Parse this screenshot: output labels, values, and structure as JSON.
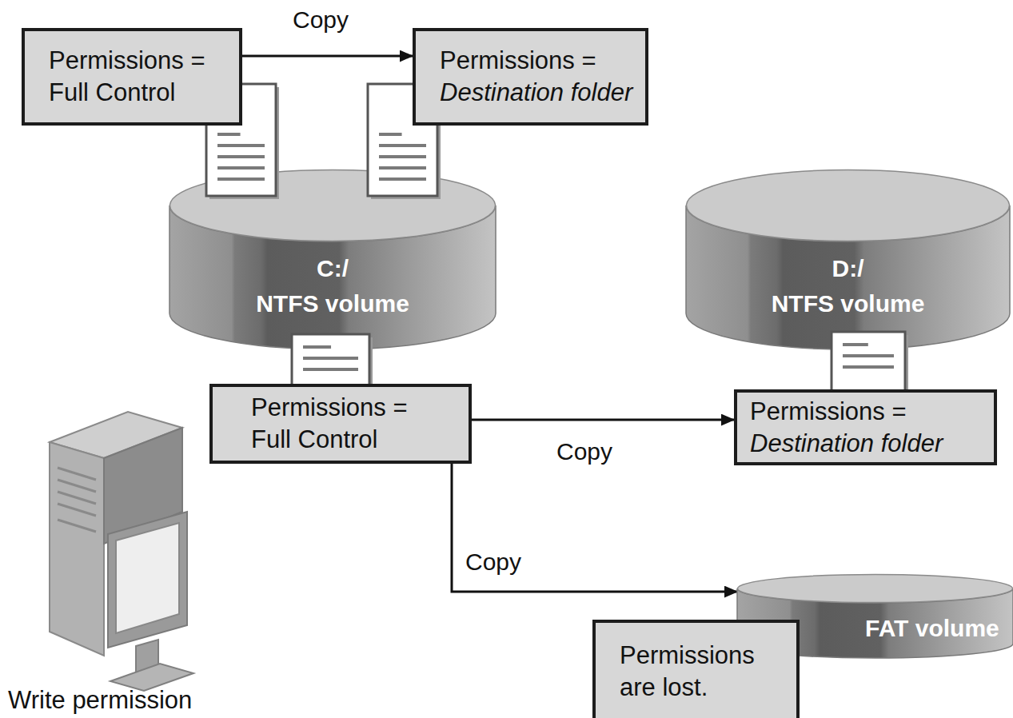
{
  "diagram": {
    "nodes": [
      {
        "text": [
          "Permissions =",
          "Full Control"
        ]
      },
      {
        "text": [
          "Permissions =",
          "Destination folder"
        ]
      },
      {
        "text": [
          "C:/",
          "NTFS volume"
        ]
      },
      {
        "text": [
          "D:/",
          "NTFS volume"
        ]
      },
      {
        "text": [
          "Permissions =",
          "Full Control"
        ]
      },
      {
        "text": [
          "Permissions =",
          "Destination folder"
        ]
      },
      {
        "text": [
          "FAT volume"
        ]
      },
      {
        "text": [
          "Permissions are lost."
        ]
      }
    ],
    "edges": [
      {
        "from": 0,
        "to": 1,
        "arrow": "to",
        "label": "Copy"
      },
      {
        "from": 4,
        "to": 5,
        "arrow": "to",
        "label": "Copy"
      },
      {
        "from": 4,
        "to": 6,
        "arrow": "to",
        "label": "Copy"
      }
    ],
    "labels": [
      "Write permission"
    ]
  }
}
